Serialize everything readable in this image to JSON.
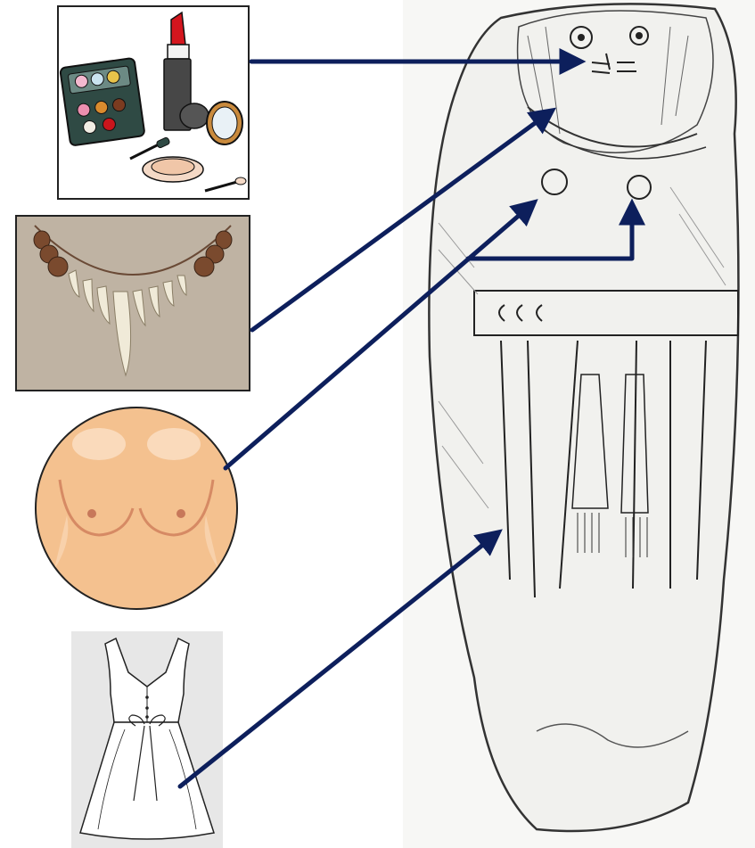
{
  "figure": {
    "panels": [
      {
        "id": "makeup",
        "icon": "makeup-kit-icon"
      },
      {
        "id": "necklace",
        "icon": "tooth-necklace-icon"
      },
      {
        "id": "breasts",
        "icon": "breasts-icon"
      },
      {
        "id": "dress",
        "icon": "dress-icon"
      },
      {
        "id": "stele",
        "icon": "stele-drawing"
      }
    ],
    "connections": [
      {
        "from": "makeup",
        "to": "stele-face"
      },
      {
        "from": "necklace",
        "to": "stele-necklace"
      },
      {
        "from": "breasts",
        "to": "stele-breasts"
      },
      {
        "from": "dress",
        "to": "stele-garment"
      }
    ],
    "colors": {
      "arrow": "#0d1f5c",
      "frame": "#222222",
      "skin": "#f4c18f",
      "necklace_bg": "#bfb3a3",
      "dress_bg": "#e7e7e7"
    }
  }
}
